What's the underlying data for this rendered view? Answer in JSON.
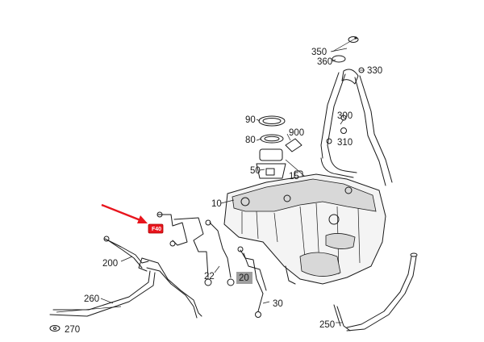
{
  "callouts": [
    {
      "id": "350",
      "label": "350"
    },
    {
      "id": "360",
      "label": "360"
    },
    {
      "id": "330",
      "label": "330"
    },
    {
      "id": "300",
      "label": "300"
    },
    {
      "id": "310",
      "label": "310"
    },
    {
      "id": "90",
      "label": "90"
    },
    {
      "id": "80",
      "label": "80"
    },
    {
      "id": "900",
      "label": "900"
    },
    {
      "id": "50",
      "label": "50"
    },
    {
      "id": "15",
      "label": "15"
    },
    {
      "id": "10",
      "label": "10"
    },
    {
      "id": "200",
      "label": "200"
    },
    {
      "id": "22",
      "label": "22"
    },
    {
      "id": "20",
      "label": "20",
      "highlighted": true
    },
    {
      "id": "30",
      "label": "30"
    },
    {
      "id": "260",
      "label": "260"
    },
    {
      "id": "270",
      "label": "270"
    },
    {
      "id": "250",
      "label": "250"
    }
  ],
  "marker": {
    "label": "F40",
    "color": "#e8151d"
  },
  "highlight_color": "#9e9e9e"
}
